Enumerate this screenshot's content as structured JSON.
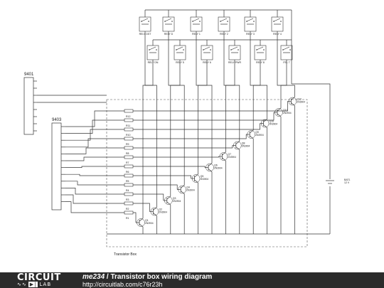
{
  "footer": {
    "logo_circuit": "CIRCUIT",
    "logo_lab": "LAB",
    "user": "me234",
    "separator": " / ",
    "title": "Transistor box wiring diagram",
    "url": "http://circuitlab.com/c76r23h"
  },
  "diagram": {
    "box_label": "Transistor Box",
    "connector_a": "9401",
    "connector_b": "9403",
    "battery": [
      "BAT1",
      "12 V"
    ],
    "relays_top": [
      "RELY DST",
      "RELY D",
      "RELY 1",
      "RELY 2",
      "RELY 3",
      "RELY 4"
    ],
    "relays_bottom": [
      "RELY DN",
      "RELY 5",
      "RELY 6",
      "RELY PWR",
      "RELY 8",
      "FEL 7"
    ],
    "transistors": [
      "Q1\n2N3904",
      "Q2\n2N3904",
      "Q3\n2N3904",
      "Q4\n2N3904",
      "Q5\n2N3904",
      "Q6\n2N3904",
      "Q7\n2N3904",
      "Q8\n2N3904",
      "Q9\n2N3904",
      "Q10\n2N3904",
      "Q11\n2N3904",
      "Q12\n2N3904"
    ],
    "resistors": [
      "R1",
      "R2",
      "R3",
      "R4",
      "R5",
      "R6",
      "R7",
      "R8",
      "R9",
      "R10",
      "R11",
      "R12"
    ]
  }
}
